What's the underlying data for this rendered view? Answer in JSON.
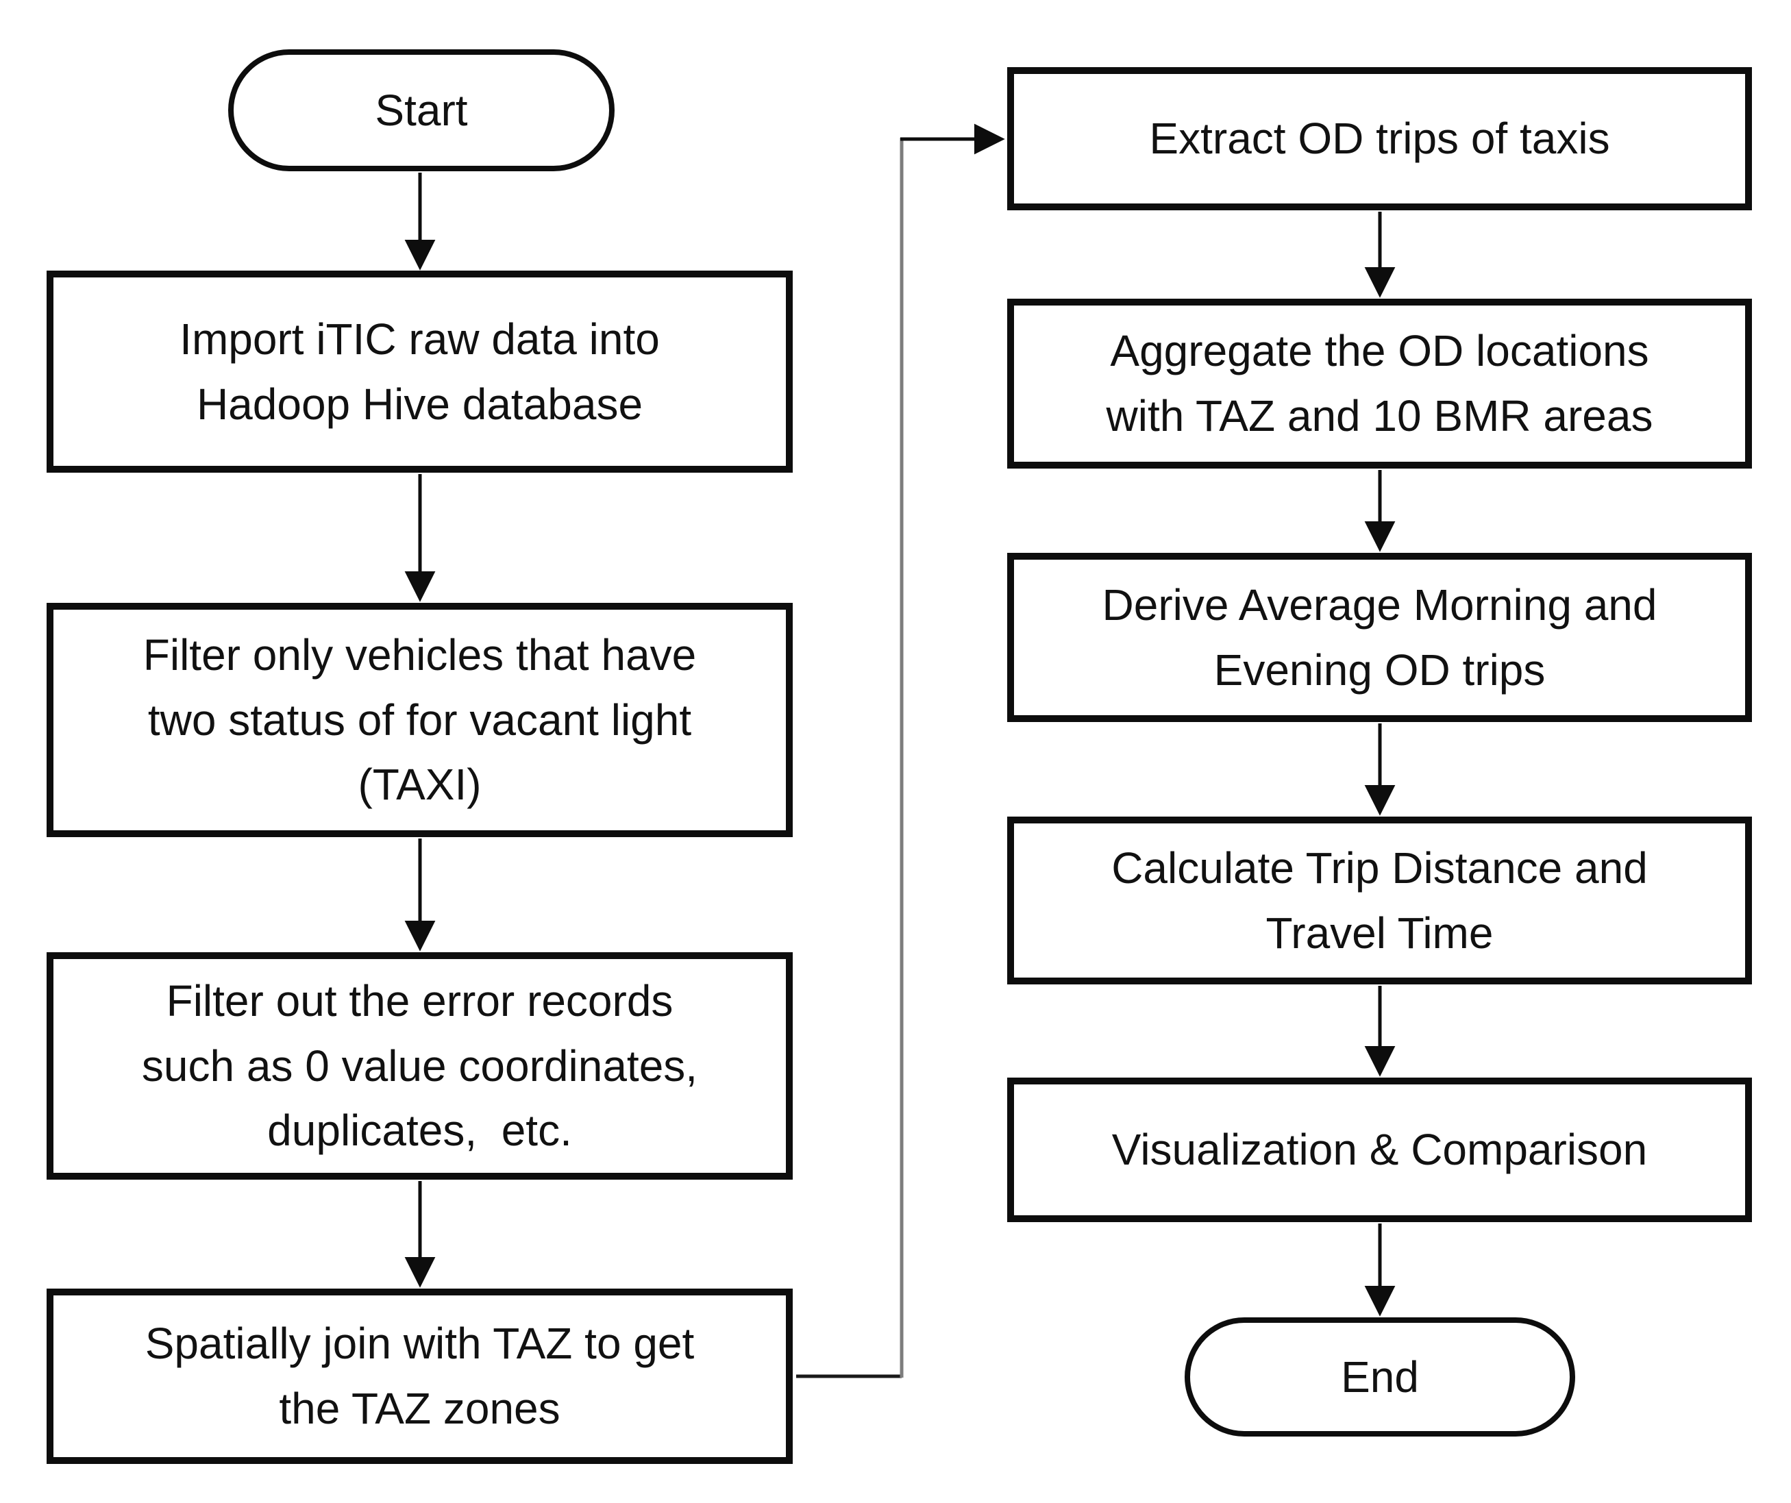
{
  "diagram": {
    "type": "flowchart",
    "background_color": "#ffffff",
    "stroke_color": "#0d0d0d",
    "connector_color": "#7d7d7d",
    "nodes": [
      {
        "id": "start",
        "shape": "terminator",
        "column": "left",
        "label": "Start"
      },
      {
        "id": "import-data",
        "shape": "process",
        "column": "left",
        "label": "Import iTIC raw data into\nHadoop Hive database"
      },
      {
        "id": "filter-vehicles",
        "shape": "process",
        "column": "left",
        "label": "Filter only vehicles that have\ntwo status of for vacant light\n(TAXI)"
      },
      {
        "id": "filter-errors",
        "shape": "process",
        "column": "left",
        "label": "Filter out the error records\nsuch as 0 value coordinates,\nduplicates,  etc."
      },
      {
        "id": "spatial-join",
        "shape": "process",
        "column": "left",
        "label": "Spatially join with TAZ to get\nthe TAZ zones"
      },
      {
        "id": "extract-od",
        "shape": "process",
        "column": "right",
        "label": "Extract OD trips of taxis"
      },
      {
        "id": "aggregate-od",
        "shape": "process",
        "column": "right",
        "label": "Aggregate the OD locations\nwith TAZ and 10 BMR areas"
      },
      {
        "id": "derive-trips",
        "shape": "process",
        "column": "right",
        "label": "Derive Average Morning and\nEvening OD trips"
      },
      {
        "id": "calc-distance",
        "shape": "process",
        "column": "right",
        "label": "Calculate Trip Distance and\nTravel Time"
      },
      {
        "id": "visualization",
        "shape": "process",
        "column": "right",
        "label": "Visualization & Comparison"
      },
      {
        "id": "end",
        "shape": "terminator",
        "column": "right",
        "label": "End"
      }
    ],
    "edges": [
      {
        "from": "start",
        "to": "import-data",
        "style": "straight-arrow"
      },
      {
        "from": "import-data",
        "to": "filter-vehicles",
        "style": "straight-arrow"
      },
      {
        "from": "filter-vehicles",
        "to": "filter-errors",
        "style": "straight-arrow"
      },
      {
        "from": "filter-errors",
        "to": "spatial-join",
        "style": "straight-arrow"
      },
      {
        "from": "spatial-join",
        "to": "extract-od",
        "style": "elbow-arrow"
      },
      {
        "from": "extract-od",
        "to": "aggregate-od",
        "style": "straight-arrow"
      },
      {
        "from": "aggregate-od",
        "to": "derive-trips",
        "style": "straight-arrow"
      },
      {
        "from": "derive-trips",
        "to": "calc-distance",
        "style": "straight-arrow"
      },
      {
        "from": "calc-distance",
        "to": "visualization",
        "style": "straight-arrow"
      },
      {
        "from": "visualization",
        "to": "end",
        "style": "straight-arrow"
      }
    ]
  }
}
